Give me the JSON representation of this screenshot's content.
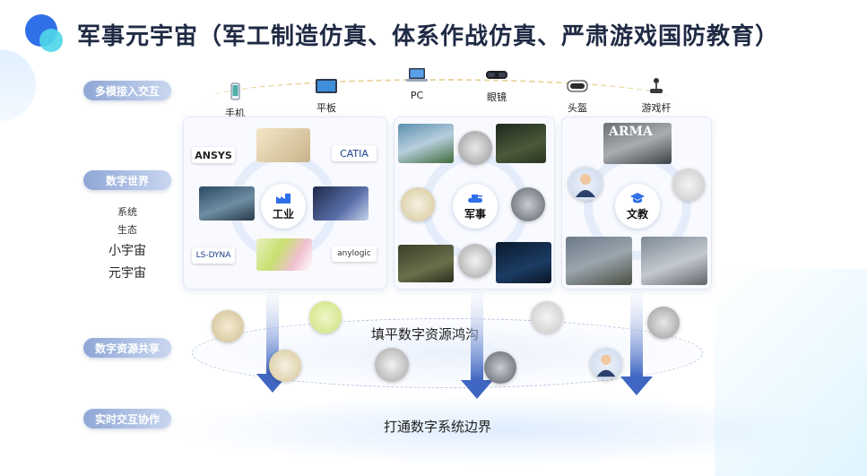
{
  "title": "军事元宇宙（军工制造仿真、体系作战仿真、严肃游戏国防教育）",
  "labels": {
    "access": "多模接入交互",
    "world": "数字世界",
    "share": "数字资源共享",
    "realtime": "实时交互协作"
  },
  "world_levels": [
    "系统",
    "生态",
    "小宇宙",
    "元宇宙"
  ],
  "devices": [
    {
      "label": "手机",
      "icon": "phone-icon"
    },
    {
      "label": "平板",
      "icon": "tablet-icon"
    },
    {
      "label": "PC",
      "icon": "laptop-icon"
    },
    {
      "label": "眼镜",
      "icon": "glasses-icon"
    },
    {
      "label": "头盔",
      "icon": "vr-headset-icon"
    },
    {
      "label": "游戏杆",
      "icon": "joystick-icon"
    }
  ],
  "panels": {
    "industry": {
      "label": "工业",
      "icon": "factory-icon",
      "brands": [
        "ANSYS",
        "CATIA",
        "LS-DYNA",
        "anylogic"
      ]
    },
    "military": {
      "label": "军事",
      "icon": "tank-icon"
    },
    "education": {
      "label": "文教",
      "icon": "graduation-cap-icon",
      "game_title": "ARMA"
    }
  },
  "band_share": "填平数字资源鸿沟",
  "band_realtime": "打通数字系统边界",
  "colors": {
    "accent": "#2f6fe8",
    "pill": "#8fa7d6",
    "arrow": "#3f66c2",
    "title": "#1f2a44"
  }
}
